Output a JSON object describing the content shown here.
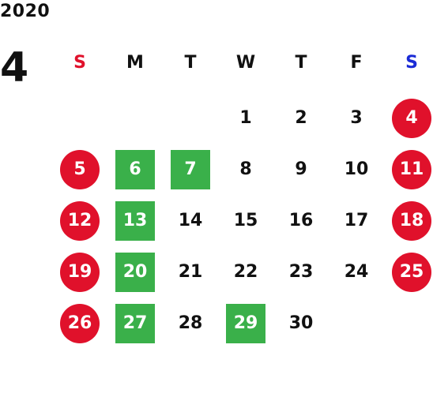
{
  "year": "2020",
  "month": "4",
  "weekdays": [
    {
      "label": "S",
      "color": "#e0112b"
    },
    {
      "label": "M",
      "color": "#111111"
    },
    {
      "label": "T",
      "color": "#111111"
    },
    {
      "label": "W",
      "color": "#111111"
    },
    {
      "label": "T",
      "color": "#111111"
    },
    {
      "label": "F",
      "color": "#111111"
    },
    {
      "label": "S",
      "color": "#1a2bd6"
    }
  ],
  "weeks": [
    [
      null,
      null,
      null,
      {
        "day": "1"
      },
      {
        "day": "2"
      },
      {
        "day": "3"
      },
      {
        "day": "4",
        "mark": "red"
      }
    ],
    [
      {
        "day": "5",
        "mark": "red"
      },
      {
        "day": "6",
        "mark": "green"
      },
      {
        "day": "7",
        "mark": "green"
      },
      {
        "day": "8"
      },
      {
        "day": "9"
      },
      {
        "day": "10"
      },
      {
        "day": "11",
        "mark": "red"
      }
    ],
    [
      {
        "day": "12",
        "mark": "red"
      },
      {
        "day": "13",
        "mark": "green"
      },
      {
        "day": "14"
      },
      {
        "day": "15"
      },
      {
        "day": "16"
      },
      {
        "day": "17"
      },
      {
        "day": "18",
        "mark": "red"
      }
    ],
    [
      {
        "day": "19",
        "mark": "red"
      },
      {
        "day": "20",
        "mark": "green"
      },
      {
        "day": "21"
      },
      {
        "day": "22"
      },
      {
        "day": "23"
      },
      {
        "day": "24"
      },
      {
        "day": "25",
        "mark": "red"
      }
    ],
    [
      {
        "day": "26",
        "mark": "red"
      },
      {
        "day": "27",
        "mark": "green"
      },
      {
        "day": "28"
      },
      {
        "day": "29",
        "mark": "green"
      },
      {
        "day": "30"
      },
      null,
      null
    ]
  ],
  "colors": {
    "holiday": "#e0112b",
    "closed": "#3ab04a",
    "text": "#111111"
  }
}
